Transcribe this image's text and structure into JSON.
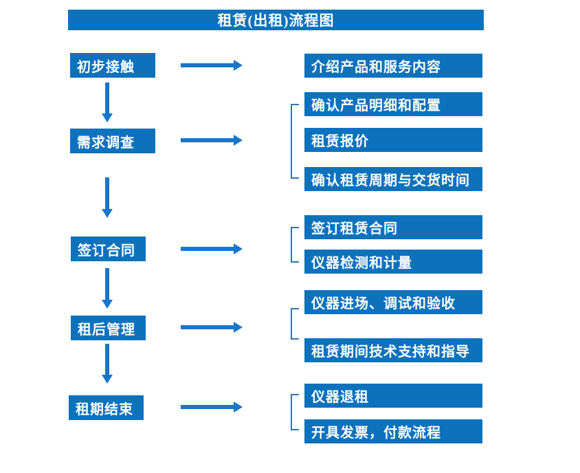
{
  "title": "租赁(出租)流程图",
  "colors": {
    "box": "#0d72bc",
    "arrow": "#1776c9",
    "bracket": "#2e75b6",
    "text": "#ffffff",
    "background": "#ffffff"
  },
  "stages": [
    {
      "label": "初步接触",
      "details": [
        "介绍产品和服务内容"
      ]
    },
    {
      "label": "需求调查",
      "details": [
        "确认产品明细和配置",
        "租赁报价",
        "确认租赁周期与交货时间"
      ]
    },
    {
      "label": "签订合同",
      "details": [
        "签订租赁合同",
        "仪器检测和计量"
      ]
    },
    {
      "label": "租后管理",
      "details": [
        "仪器进场、调试和验收",
        "租赁期间技术支持和指导"
      ]
    },
    {
      "label": "租期结束",
      "details": [
        "仪器退租",
        "开具发票，付款流程"
      ]
    }
  ]
}
